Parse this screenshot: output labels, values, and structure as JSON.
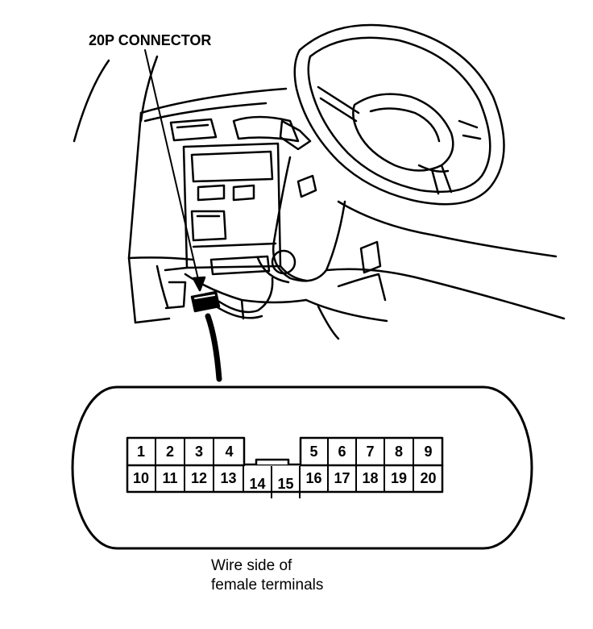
{
  "callout_label": "20P CONNECTOR",
  "caption": {
    "line1": "Wire side of",
    "line2": "female terminals"
  },
  "connector": {
    "top_row": [
      "1",
      "2",
      "3",
      "4",
      "5",
      "6",
      "7",
      "8",
      "9"
    ],
    "bottom_row": [
      "10",
      "11",
      "12",
      "13",
      "14",
      "15",
      "16",
      "17",
      "18",
      "19",
      "20"
    ]
  }
}
